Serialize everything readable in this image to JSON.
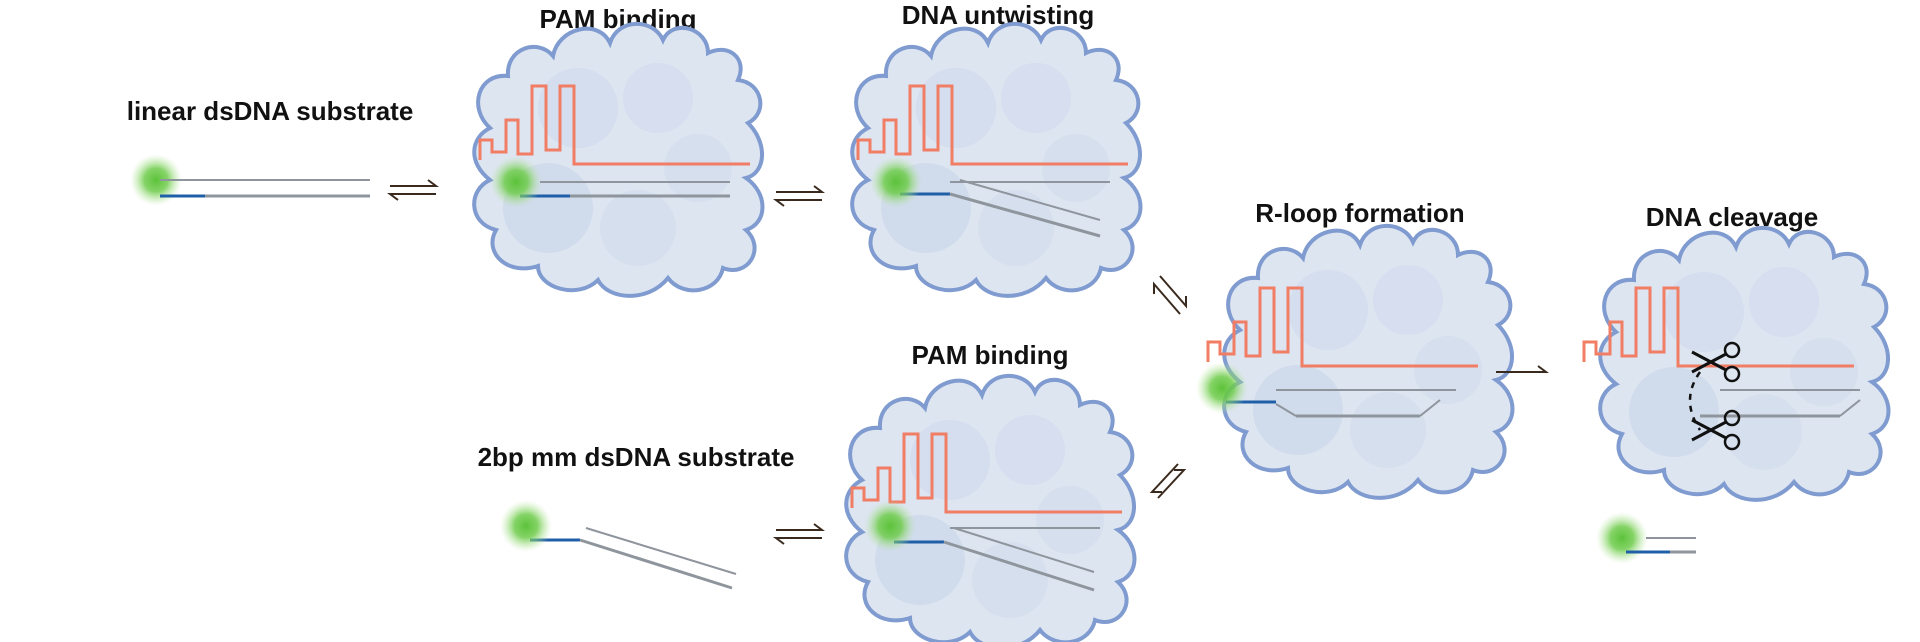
{
  "labels": {
    "linear_substrate": "linear dsDNA substrate",
    "pam_binding_top": "PAM binding",
    "dna_untwisting": "DNA untwisting",
    "r_loop_formation": "R-loop formation",
    "dna_cleavage": "DNA cleavage",
    "pam_binding_bottom": "PAM binding",
    "mm_substrate": "2bp mm dsDNA substrate"
  },
  "colors": {
    "protein_fill": "#dde5f1",
    "protein_outline": "#7f9bd0",
    "rna_strand": "#f07d64",
    "dna_strand": "#8f959c",
    "pam_strand": "#1f5fa8",
    "fluorophore": "#5cc23a",
    "arrow": "#3a2a1e"
  },
  "icons": [
    "fluorophore-glow-icon",
    "scissors-icon",
    "equilibrium-arrow-icon",
    "forward-arrow-icon"
  ]
}
